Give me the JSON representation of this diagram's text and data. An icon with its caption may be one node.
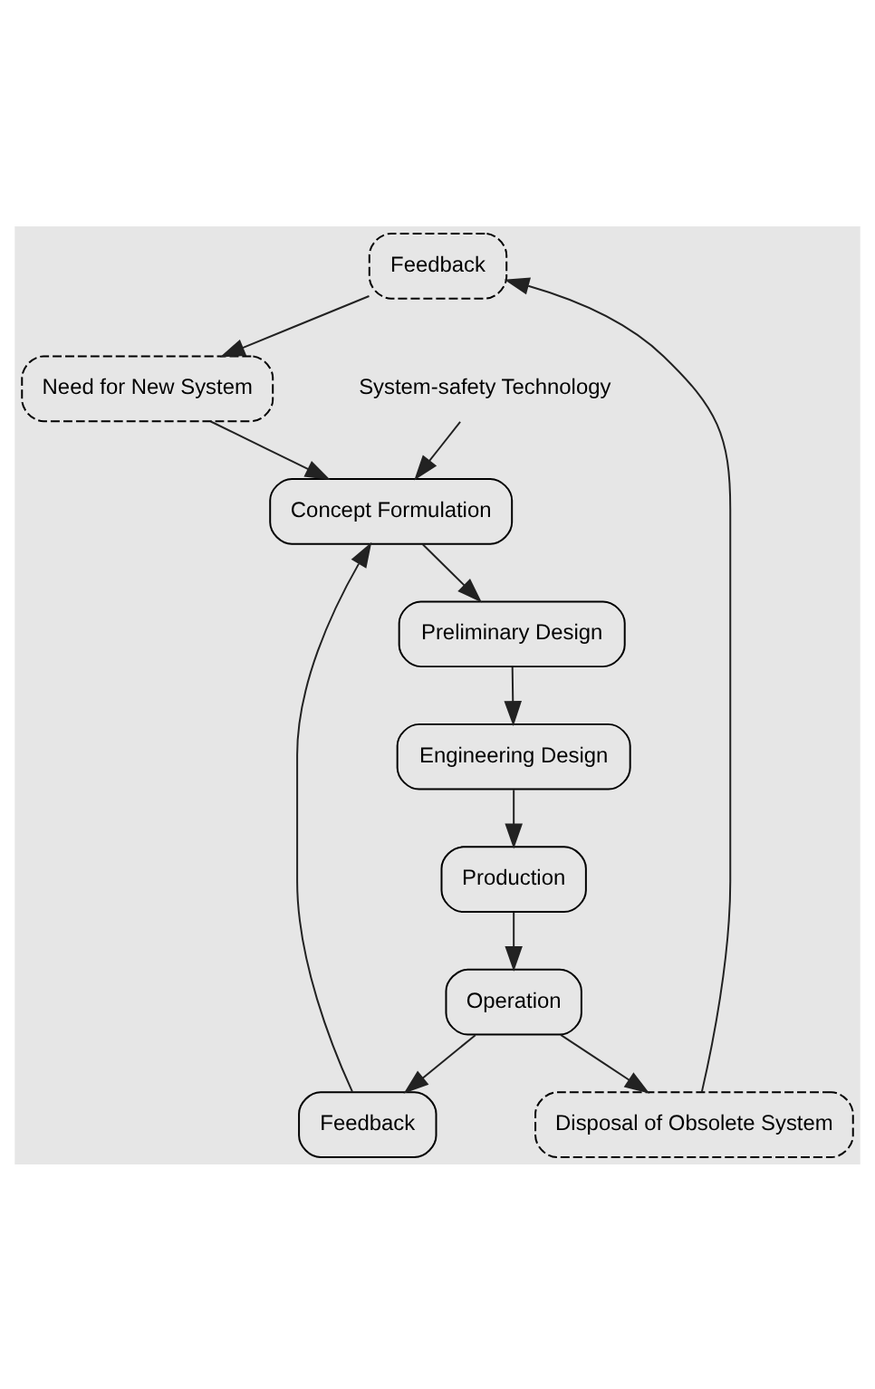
{
  "diagram": {
    "nodes": [
      {
        "text": [
          "Feedback"
        ]
      },
      {
        "text": [
          "Need for New System"
        ]
      },
      {
        "text": [
          "Disposal of Obsolete System"
        ]
      },
      {
        "text": [
          "Feedback"
        ]
      },
      {
        "text": [
          "Concept Formulation"
        ]
      },
      {
        "text": [
          "Operation"
        ]
      },
      {
        "text": [
          "System-safety Technology"
        ]
      },
      {
        "text": [
          "Preliminary Design"
        ]
      },
      {
        "text": [
          "Production"
        ]
      },
      {
        "text": [
          "Engineering Design"
        ]
      }
    ],
    "edges": [
      {
        "from": 5,
        "to": 2,
        "arrow": "to"
      },
      {
        "from": 2,
        "to": 0,
        "arrow": "to"
      },
      {
        "from": 0,
        "to": 1,
        "arrow": "to"
      },
      {
        "from": 1,
        "to": 4,
        "arrow": "to"
      },
      {
        "from": 5,
        "to": 3,
        "arrow": "to"
      },
      {
        "from": 3,
        "to": 4,
        "arrow": "to"
      },
      {
        "from": 4,
        "to": 7,
        "arrow": "to"
      },
      {
        "from": 7,
        "to": 9,
        "arrow": "to"
      },
      {
        "from": 9,
        "to": 8,
        "arrow": "to"
      },
      {
        "from": 8,
        "to": 5,
        "arrow": "to"
      },
      {
        "from": 6,
        "to": 4,
        "arrow": "to"
      }
    ]
  }
}
